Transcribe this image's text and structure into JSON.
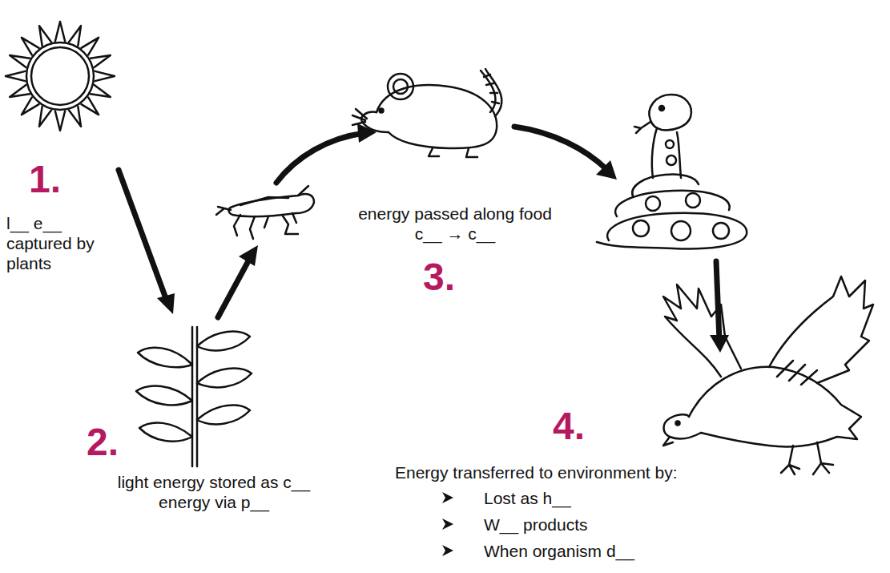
{
  "diagram": {
    "labels": [
      "1.",
      "l__ e__ captured by plants",
      "2.",
      "light energy stored as c__ energy via p__",
      "3.",
      "energy passed along food c__ → c__",
      "4.",
      "Energy transferred to environment by:",
      "Lost as h__",
      "W__ products",
      "When organism d__"
    ]
  }
}
